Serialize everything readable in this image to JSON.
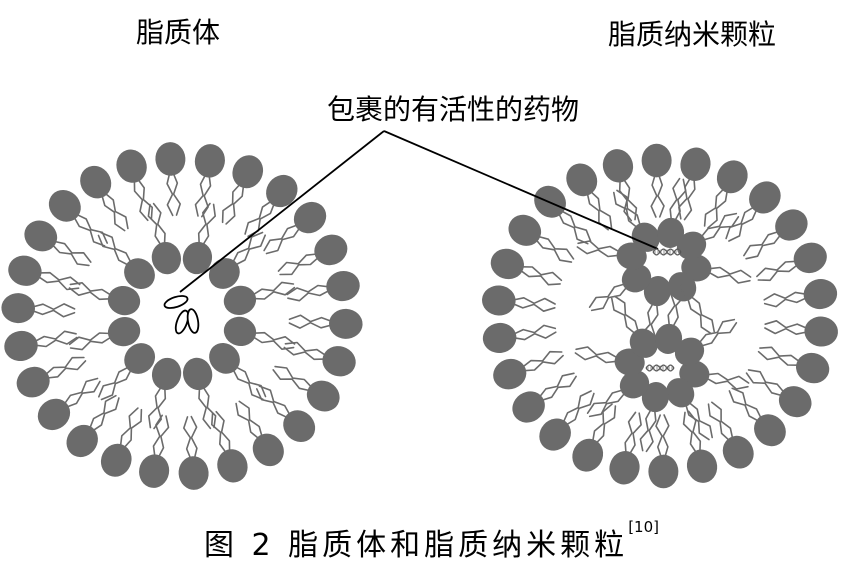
{
  "figure": {
    "liposome_label": "脂质体",
    "lnp_label": "脂质纳米颗粒",
    "cargo_label": "包裹的有活性的药物",
    "caption_main": "图 2   脂质体和脂质纳米颗粒",
    "caption_ref": "[10]"
  },
  "colors": {
    "lipid": "#6b6b6b",
    "outline": "#000000",
    "background": "#ffffff"
  }
}
